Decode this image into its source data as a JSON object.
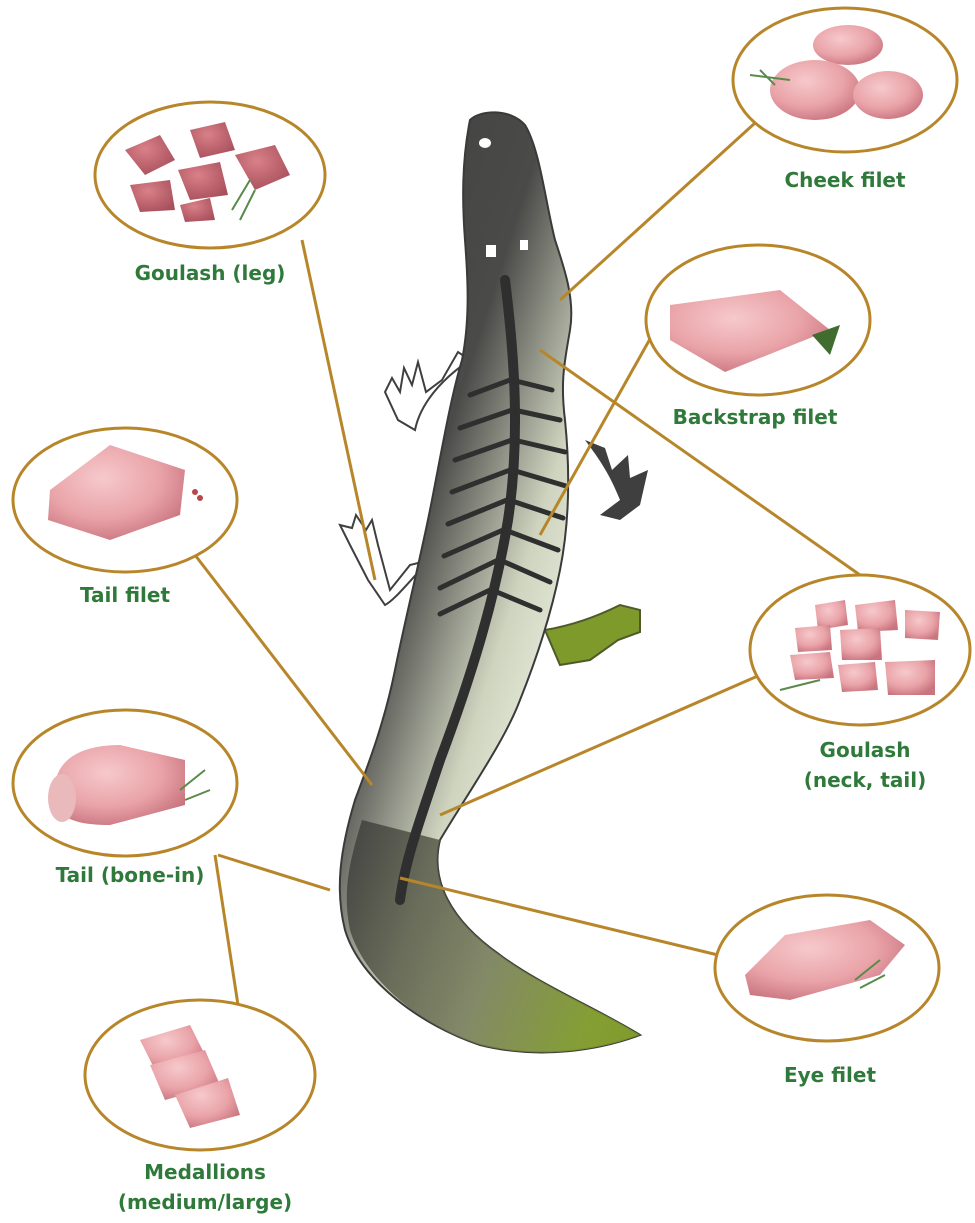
{
  "colors": {
    "label_text": "#2f7a3a",
    "ring_and_leader_lines": "#b8862a",
    "crocodile_dark": "#3f3f3f",
    "crocodile_gradient_light": "#eef2e4",
    "crocodile_gradient_green": "#8c9a2f",
    "meat_pink": "#e9a3a8",
    "meat_pink_dark": "#c9747e",
    "herb_green": "#5a8a4a",
    "background": "#ffffff"
  },
  "crocodile": {
    "icon": "crocodile-skeleton-silhouette"
  },
  "cuts": [
    {
      "id": "goulash-leg",
      "lines": [
        "Goulash (leg)"
      ],
      "image_icon": "diced-meat-chunks-icon"
    },
    {
      "id": "cheek-filet",
      "lines": [
        "Cheek filet"
      ],
      "image_icon": "meat-pieces-with-herb-icon"
    },
    {
      "id": "backstrap-filet",
      "lines": [
        "Backstrap filet"
      ],
      "image_icon": "meat-slab-with-leaf-icon"
    },
    {
      "id": "tail-filet",
      "lines": [
        "Tail filet"
      ],
      "image_icon": "meat-filet-icon"
    },
    {
      "id": "goulash-neck-tail",
      "lines": [
        "Goulash",
        "(neck, tail)"
      ],
      "image_icon": "diced-meat-chunks-icon"
    },
    {
      "id": "tail-bone-in",
      "lines": [
        "Tail (bone-in)"
      ],
      "image_icon": "meat-roll-icon"
    },
    {
      "id": "eye-filet",
      "lines": [
        "Eye filet"
      ],
      "image_icon": "meat-filet-with-herb-icon"
    },
    {
      "id": "medallions",
      "lines": [
        "Medallions",
        "(medium/large)"
      ],
      "image_icon": "meat-medallions-icon"
    }
  ]
}
